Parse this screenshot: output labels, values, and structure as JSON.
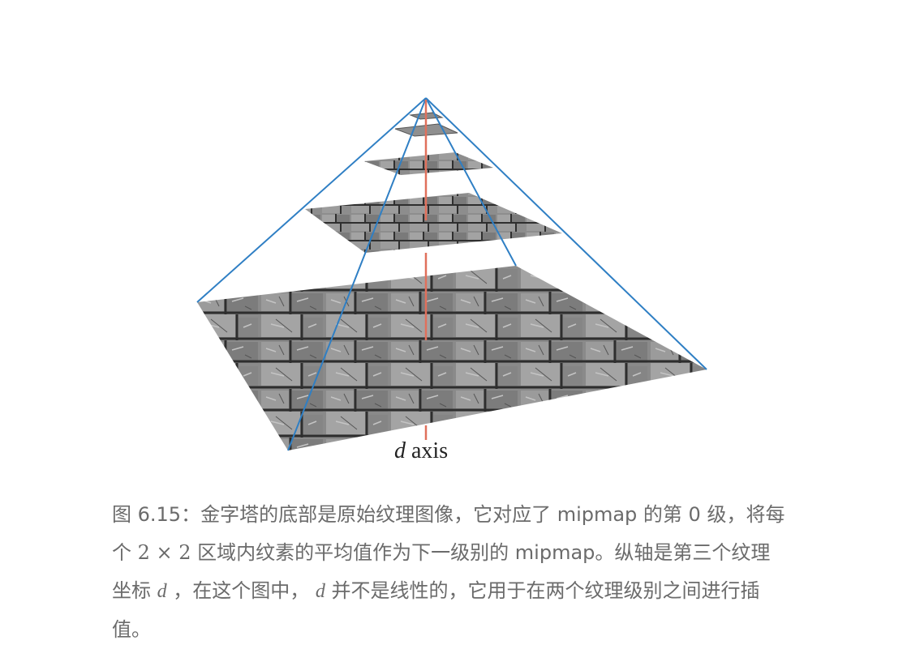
{
  "figure": {
    "axis_variable": "d",
    "axis_word": " axis",
    "colors": {
      "pyramid_edges": "#2f7fc4",
      "d_axis": "#e0705c",
      "stone_dark": "#3a3a3a",
      "stone_light": "#b9b9b9"
    }
  },
  "caption": {
    "prefix": "图 6.15：金字塔的底部是原始纹理图像，它对应了 mipmap 的第 0 级，将每个 ",
    "math_size": "2 × 2",
    "after_size": " 区域内纹素的平均值作为下一级别的 mipmap。纵轴是第三个纹理坐标 ",
    "var1": "d",
    "middle": " ，在这个图中， ",
    "var2": "d",
    "suffix": " 并不是线性的，它用于在两个纹理级别之间进行插值。"
  }
}
